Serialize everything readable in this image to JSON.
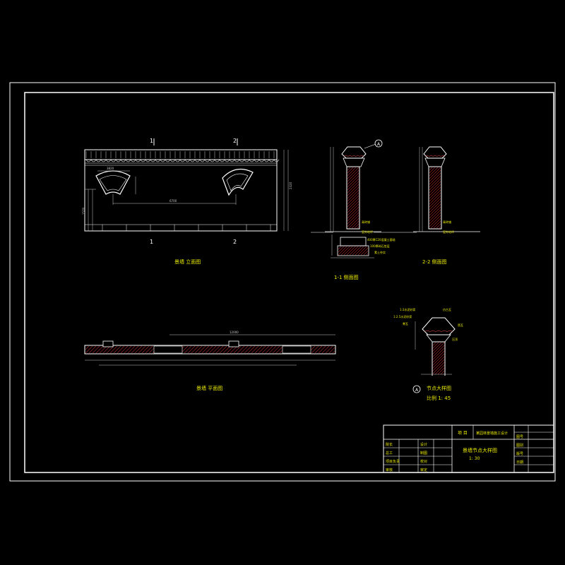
{
  "section_markers": {
    "one": "1",
    "two": "2"
  },
  "elevation": {
    "title": "景墙   立面图",
    "dims": {
      "top_width": "3820",
      "span": "6700",
      "overall_height": "2320",
      "left_height": "1570"
    }
  },
  "section_1_1": {
    "title": "1-1  侧面图",
    "callout": "A",
    "note_a": "400厚C20混凝土基础",
    "note_b": "100厚碎石垫层",
    "note_c": "素土夯实",
    "ground": "室外地坪",
    "paving": "青砖铺"
  },
  "section_2_2": {
    "title": "2-2  侧面图"
  },
  "plan": {
    "title": "景墙   平面图",
    "dims": {
      "total": "12000"
    }
  },
  "detail": {
    "callout": "A",
    "title": "节点大样图",
    "scale": "比例  1: 45",
    "notes": [
      "1:3水泥砂浆",
      "仿古瓦",
      "1:2.5水泥砂浆",
      "脊瓦",
      "筒瓦",
      "压顶"
    ]
  },
  "title_block": {
    "project_label": "项  目",
    "project_name": "某园林景墙施工设计",
    "drawing_name": "景墙节点大样图",
    "scale": "1: 30",
    "rows_left": [
      [
        "院长",
        "设计"
      ],
      [
        "总工",
        "制图"
      ],
      [
        "项目负责",
        "校对"
      ],
      [
        "审核",
        "审定"
      ]
    ],
    "rows_right": [
      "图号",
      "图别",
      "版号",
      "日期"
    ]
  }
}
